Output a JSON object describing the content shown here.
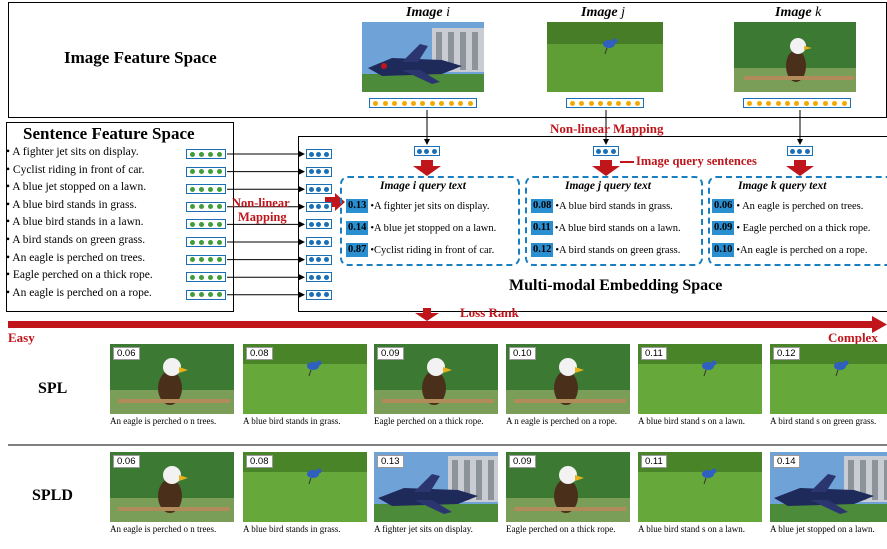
{
  "image_feature_space": {
    "label": "Image Feature Space",
    "images": [
      {
        "title_pre": "Image ",
        "title_var": "i"
      },
      {
        "title_pre": "Image ",
        "title_var": "j"
      },
      {
        "title_pre": "Image ",
        "title_var": "k"
      }
    ]
  },
  "sentence_feature_space": {
    "label": "Sentence Feature Space",
    "sentences": [
      "• A fighter jet sits on display.",
      "• Cyclist riding in front of car.",
      "• A blue jet stopped on a lawn.",
      "• A blue bird stands in grass.",
      "• A blue bird stands in a lawn.",
      "• A bird stands on green grass.",
      "• An eagle is perched on trees.",
      "• Eagle perched on a thick rope.",
      "• An eagle is perched on a rope."
    ]
  },
  "labels": {
    "nonlinear_mapping_top": "Non-linear Mapping",
    "nonlinear_mapping_left_1": "Non-linear",
    "nonlinear_mapping_left_2": "Mapping",
    "image_query_sentences": "Image query sentences",
    "multimodal_space": "Multi-modal Embedding Space",
    "loss_rank": "Loss Rank",
    "easy": "Easy",
    "complex": "Complex"
  },
  "query_groups": [
    {
      "title_pre": "Image ",
      "title_var": "i",
      "title_post": " query text",
      "rows": [
        {
          "score": "0.13",
          "text": "•A fighter jet sits on display."
        },
        {
          "score": "0.14",
          "text": "•A blue jet stopped on a lawn."
        },
        {
          "score": "0.87",
          "text": "•Cyclist riding in front of car."
        }
      ]
    },
    {
      "title_pre": "Image ",
      "title_var": "j",
      "title_post": " query text",
      "rows": [
        {
          "score": "0.08",
          "text": "•A blue bird stands in grass."
        },
        {
          "score": "0.11",
          "text": "•A blue bird stands on a lawn."
        },
        {
          "score": "0.12",
          "text": "•A bird stands on green grass."
        }
      ]
    },
    {
      "title_pre": "Image ",
      "title_var": "k",
      "title_post": " query text",
      "rows": [
        {
          "score": "0.06",
          "text": "• An eagle is perched on trees."
        },
        {
          "score": "0.09",
          "text": "• Eagle perched on a thick rope."
        },
        {
          "score": "0.10",
          "text": "•An eagle is perched on a rope."
        }
      ]
    }
  ],
  "rows": [
    {
      "label": "SPL",
      "items": [
        {
          "kind": "eagle",
          "score": "0.06",
          "caption": "An eagle is perched o n trees."
        },
        {
          "kind": "bird",
          "score": "0.08",
          "caption": "A blue bird stands in grass."
        },
        {
          "kind": "eagle",
          "score": "0.09",
          "caption": "Eagle perched on a thick rope."
        },
        {
          "kind": "eagle",
          "score": "0.10",
          "caption": "A n eagle is perched on a rope."
        },
        {
          "kind": "bird",
          "score": "0.11",
          "caption": "A blue bird stand s on a lawn."
        },
        {
          "kind": "bird",
          "score": "0.12",
          "caption": "A bird stand s on green grass."
        }
      ]
    },
    {
      "label": "SPLD",
      "items": [
        {
          "kind": "eagle",
          "score": "0.06",
          "caption": "An eagle is perched o n trees."
        },
        {
          "kind": "bird",
          "score": "0.08",
          "caption": "A blue bird stands in grass."
        },
        {
          "kind": "jet",
          "score": "0.13",
          "caption": "A fighter jet sits on display."
        },
        {
          "kind": "eagle",
          "score": "0.09",
          "caption": "Eagle perched on a thick rope."
        },
        {
          "kind": "bird",
          "score": "0.11",
          "caption": "A blue bird stand s on a lawn."
        },
        {
          "kind": "jet",
          "score": "0.14",
          "caption": "A blue jet stopped on a lawn."
        }
      ]
    }
  ],
  "colors": {
    "accent_red": "#c0151b",
    "accent_blue": "#1a7fc0",
    "vector_green": "#3f9e3a",
    "vector_yellow": "#f2a900"
  }
}
